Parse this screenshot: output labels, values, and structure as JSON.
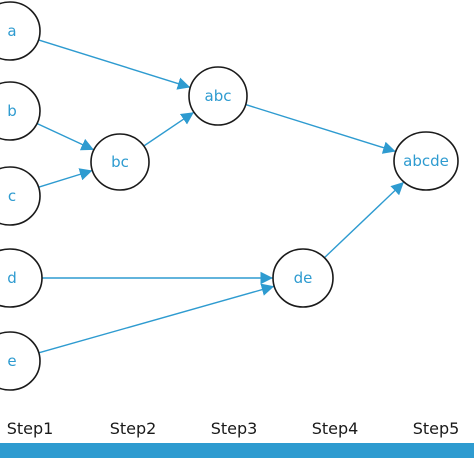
{
  "nodes": [
    {
      "id": "a",
      "label": "a"
    },
    {
      "id": "b",
      "label": "b"
    },
    {
      "id": "c",
      "label": "c"
    },
    {
      "id": "d",
      "label": "d"
    },
    {
      "id": "e",
      "label": "e"
    },
    {
      "id": "bc",
      "label": "bc"
    },
    {
      "id": "abc",
      "label": "abc"
    },
    {
      "id": "de",
      "label": "de"
    },
    {
      "id": "abcde",
      "label": "abcde"
    }
  ],
  "edges": [
    {
      "from": "a",
      "to": "abc"
    },
    {
      "from": "b",
      "to": "bc"
    },
    {
      "from": "c",
      "to": "bc"
    },
    {
      "from": "bc",
      "to": "abc"
    },
    {
      "from": "abc",
      "to": "abcde"
    },
    {
      "from": "d",
      "to": "de"
    },
    {
      "from": "e",
      "to": "de"
    },
    {
      "from": "de",
      "to": "abcde"
    }
  ],
  "steps": [
    "Step1",
    "Step2",
    "Step3",
    "Step4",
    "Step5"
  ],
  "colors": {
    "edge": "#2e9bd0",
    "label": "#2e9bd0",
    "node_outline": "#1a1a1a",
    "bar": "#2e9bd0"
  }
}
